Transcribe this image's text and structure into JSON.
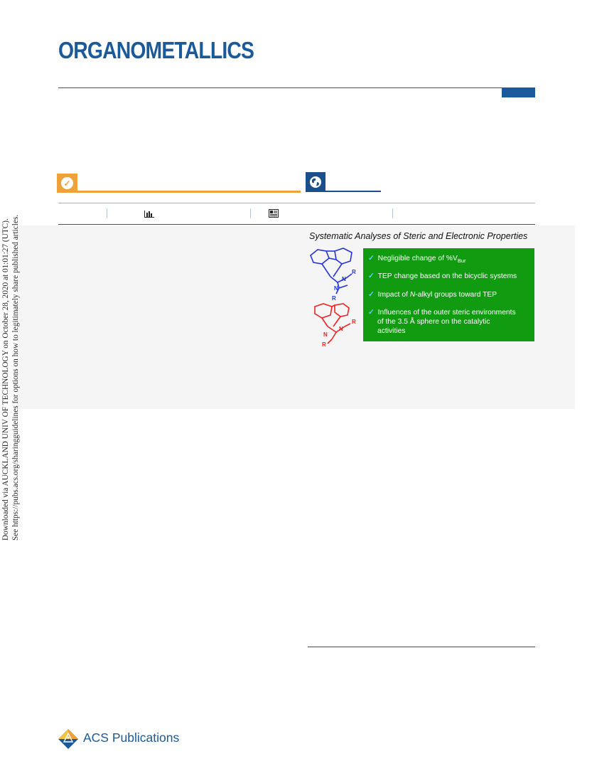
{
  "journal": {
    "title": "ORGANOMETALLICS"
  },
  "margin_note": {
    "line1": "Downloaded via AUCKLAND UNIV OF TECHNOLOGY on October 28, 2020 at 01:01:27 (UTC).",
    "line2": "See https://pubs.acs.org/sharingguidelines for options on how to legitimately share published articles."
  },
  "toc_graphic": {
    "title": "Systematic Analyses of Steric and Electronic Properties",
    "items": [
      {
        "pre": "Negligible change of %V",
        "sub": "Bur",
        "post": ""
      },
      {
        "pre": "TEP change based on the bicyclic systems",
        "sub": "",
        "post": ""
      },
      {
        "pre": "Impact of ",
        "ital": "N",
        "post": "-alkyl groups toward TEP"
      },
      {
        "line1": "Influences of the outer steric environments",
        "line2": "of the 3.5 Å sphere on the catalytic",
        "line3": "activities"
      }
    ],
    "structure_labels": [
      "R",
      "N",
      "N",
      "R",
      "R",
      "N",
      "N",
      "R"
    ],
    "colors": {
      "box": "#119b11",
      "check": "#5fd0ff",
      "upper_structure": "#2233dd",
      "lower_structure": "#ee2222"
    }
  },
  "publisher": {
    "name": "ACS Publications"
  },
  "colors": {
    "journal_blue": "#1b5a9a",
    "cite_orange": "#f0a23a",
    "globe_blue": "#1b4f8c"
  },
  "icons": [
    "check-circle-icon",
    "globe-icon",
    "bar-chart-icon",
    "article-icon",
    "acs-logo-icon"
  ]
}
